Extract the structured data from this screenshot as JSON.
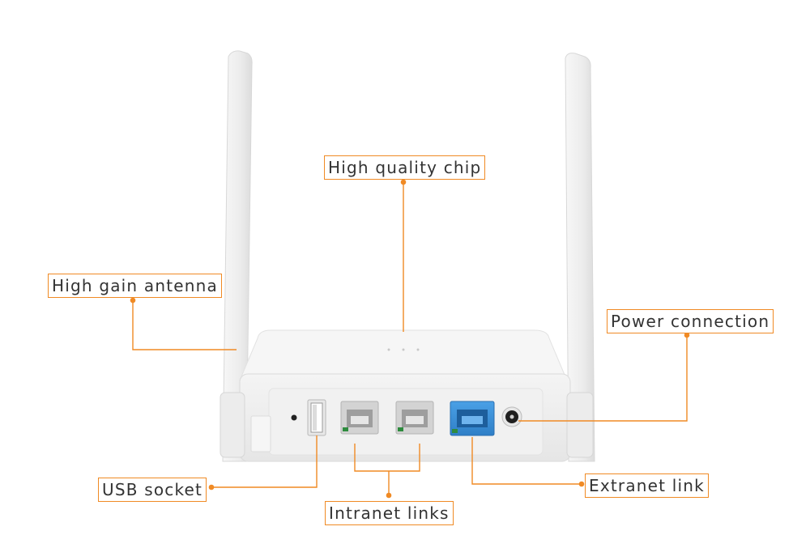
{
  "labels": {
    "chip": "High quality chip",
    "antenna": "High gain antenna",
    "power": "Power connection",
    "usb": "USB socket",
    "intranet": "Intranet links",
    "extranet": "Extranet link"
  },
  "colors": {
    "accent": "#f08a24",
    "router_body": "#eeeeee",
    "wan_port": "#3b8fd8",
    "lan_port": "#bdbdbd",
    "text": "#333333"
  }
}
